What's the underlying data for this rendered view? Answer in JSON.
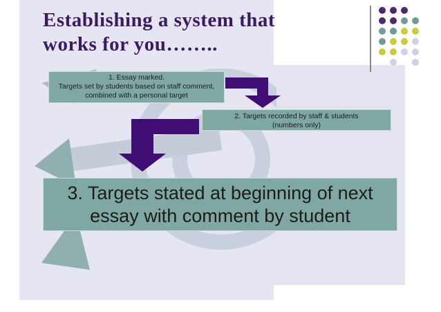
{
  "slide": {
    "title_line1": "Establishing a system that",
    "title_line2": "works for you……..",
    "steps": [
      {
        "lines": [
          "1. Essay marked.",
          "Targets set by students based on staff comment,",
          "combined with a personal target"
        ]
      },
      {
        "lines": [
          "2. Targets recorded by staff & students",
          "(numbers only)"
        ]
      },
      {
        "lines": [
          "3. Targets stated at beginning of next",
          "essay with comment by student"
        ]
      }
    ]
  },
  "colors": {
    "title": "#3b1a63",
    "box_fill": "#7fa8a3",
    "arrow": "#3f0d73",
    "dot_purple": "#4a2a6e",
    "dot_teal": "#6f9c98",
    "dot_lime": "#c9cc3a",
    "dot_lavender": "#d0d0e6"
  },
  "icons": {
    "watermark": "target-arrow-watermark-icon",
    "decoration": "dot-grid-icon"
  }
}
